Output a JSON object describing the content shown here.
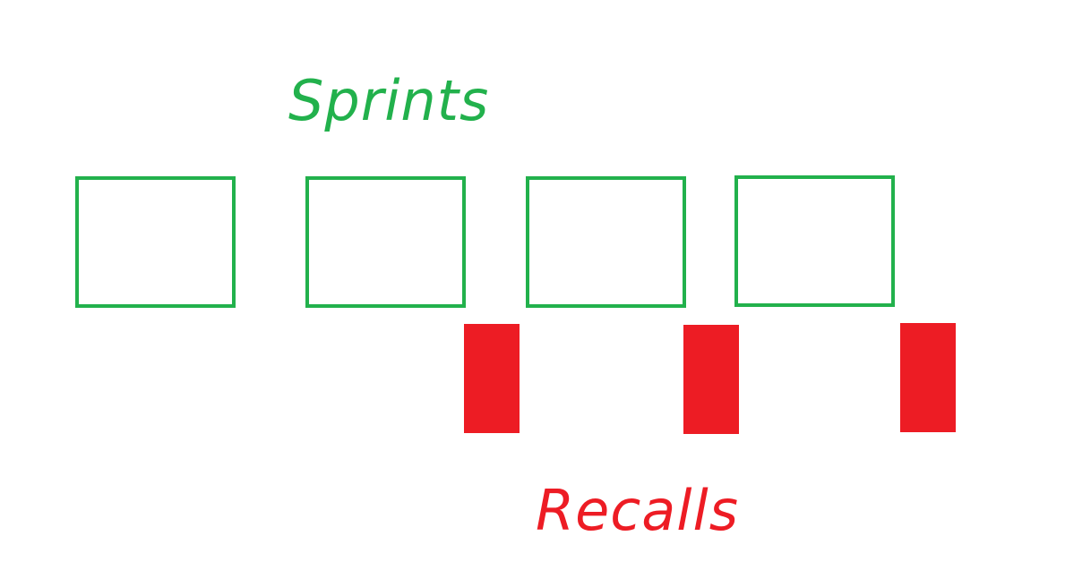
{
  "labels": {
    "sprints": "Sprints",
    "recalls": "Recalls"
  },
  "colors": {
    "sprint": "#22b14c",
    "recall": "#ed1c24",
    "background": "#ffffff"
  },
  "diagram": {
    "sprint_count": 4,
    "recall_count": 3
  }
}
